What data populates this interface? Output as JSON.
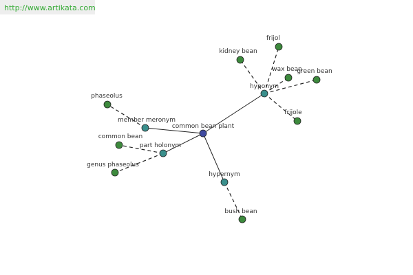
{
  "header": {
    "url_text": "http://www.artikata.com"
  },
  "colors": {
    "leaf_node": "#3d8a3d",
    "relation_node": "#3a8f8c",
    "center_node": "#3f4aa0",
    "edge": "#222222",
    "url_text": "#33aa33"
  },
  "graph": {
    "center": {
      "id": "center",
      "label": "common bean plant"
    },
    "relations": [
      {
        "id": "hyponym",
        "label": "hyponym"
      },
      {
        "id": "meronym",
        "label": "member meronym"
      },
      {
        "id": "holonym",
        "label": "part holonym"
      },
      {
        "id": "hypernym",
        "label": "hypernym"
      }
    ],
    "leaves": [
      {
        "id": "frijol",
        "label": "frijol",
        "parent": "hyponym"
      },
      {
        "id": "kidney",
        "label": "kidney bean",
        "parent": "hyponym"
      },
      {
        "id": "wax",
        "label": "wax bean",
        "parent": "hyponym"
      },
      {
        "id": "green",
        "label": "green bean",
        "parent": "hyponym"
      },
      {
        "id": "frijole",
        "label": "frijole",
        "parent": "hyponym"
      },
      {
        "id": "phaseolus",
        "label": "phaseolus",
        "parent": "meronym"
      },
      {
        "id": "commonbean",
        "label": "common bean",
        "parent": "holonym"
      },
      {
        "id": "genus",
        "label": "genus phaseolus",
        "parent": "holonym"
      },
      {
        "id": "bush",
        "label": "bush bean",
        "parent": "hypernym"
      }
    ]
  }
}
